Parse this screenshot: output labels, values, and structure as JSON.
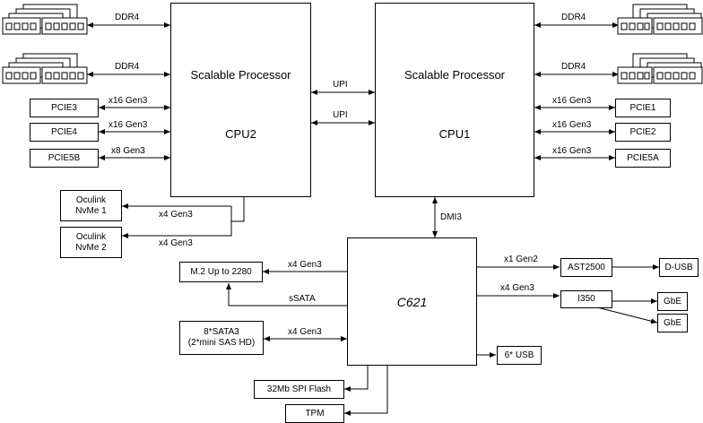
{
  "cpus": {
    "left": {
      "title": "Scalable Processor",
      "name": "CPU2"
    },
    "right": {
      "title": "Scalable Processor",
      "name": "CPU1"
    }
  },
  "interconnect": {
    "upi_top": "UPI",
    "upi_bottom": "UPI"
  },
  "memory": {
    "left_top": "DDR4",
    "left_bottom": "DDR4",
    "right_top": "DDR4",
    "right_bottom": "DDR4"
  },
  "cpu2_slots": [
    {
      "name": "PCIE3",
      "link": "x16 Gen3"
    },
    {
      "name": "PCIE4",
      "link": "x16 Gen3"
    },
    {
      "name": "PCIE5B",
      "link": "x8 Gen3"
    }
  ],
  "cpu1_slots": [
    {
      "name": "PCIE1",
      "link": "x16 Gen3"
    },
    {
      "name": "PCIE2",
      "link": "x16 Gen3"
    },
    {
      "name": "PCIE5A",
      "link": "x16 Gen3"
    }
  ],
  "oculink": [
    {
      "line1": "Oculink",
      "line2": "NvMe 1",
      "link": "x4 Gen3"
    },
    {
      "line1": "Oculink",
      "line2": "NvMe 2",
      "link": "x4 Gen3"
    }
  ],
  "dmi": "DMI3",
  "pch": {
    "name": "C621"
  },
  "storage": {
    "m2": "M.2 Up to 2280",
    "m2_link": "x4 Gen3",
    "ssata": "sSATA",
    "sata_line1": "8*SATA3",
    "sata_line2": "(2*mini SAS HD)",
    "sata_link": "x4 Gen3"
  },
  "right_side": {
    "bmc_link": "x1 Gen2",
    "bmc": "AST2500",
    "dusb": "D-USB",
    "nic_link": "x4 Gen3",
    "nic": "I350",
    "gbe1": "GbE",
    "gbe2": "GbE",
    "usb": "6* USB"
  },
  "bottom": {
    "spi": "32Mb SPI Flash",
    "tpm": "TPM"
  }
}
